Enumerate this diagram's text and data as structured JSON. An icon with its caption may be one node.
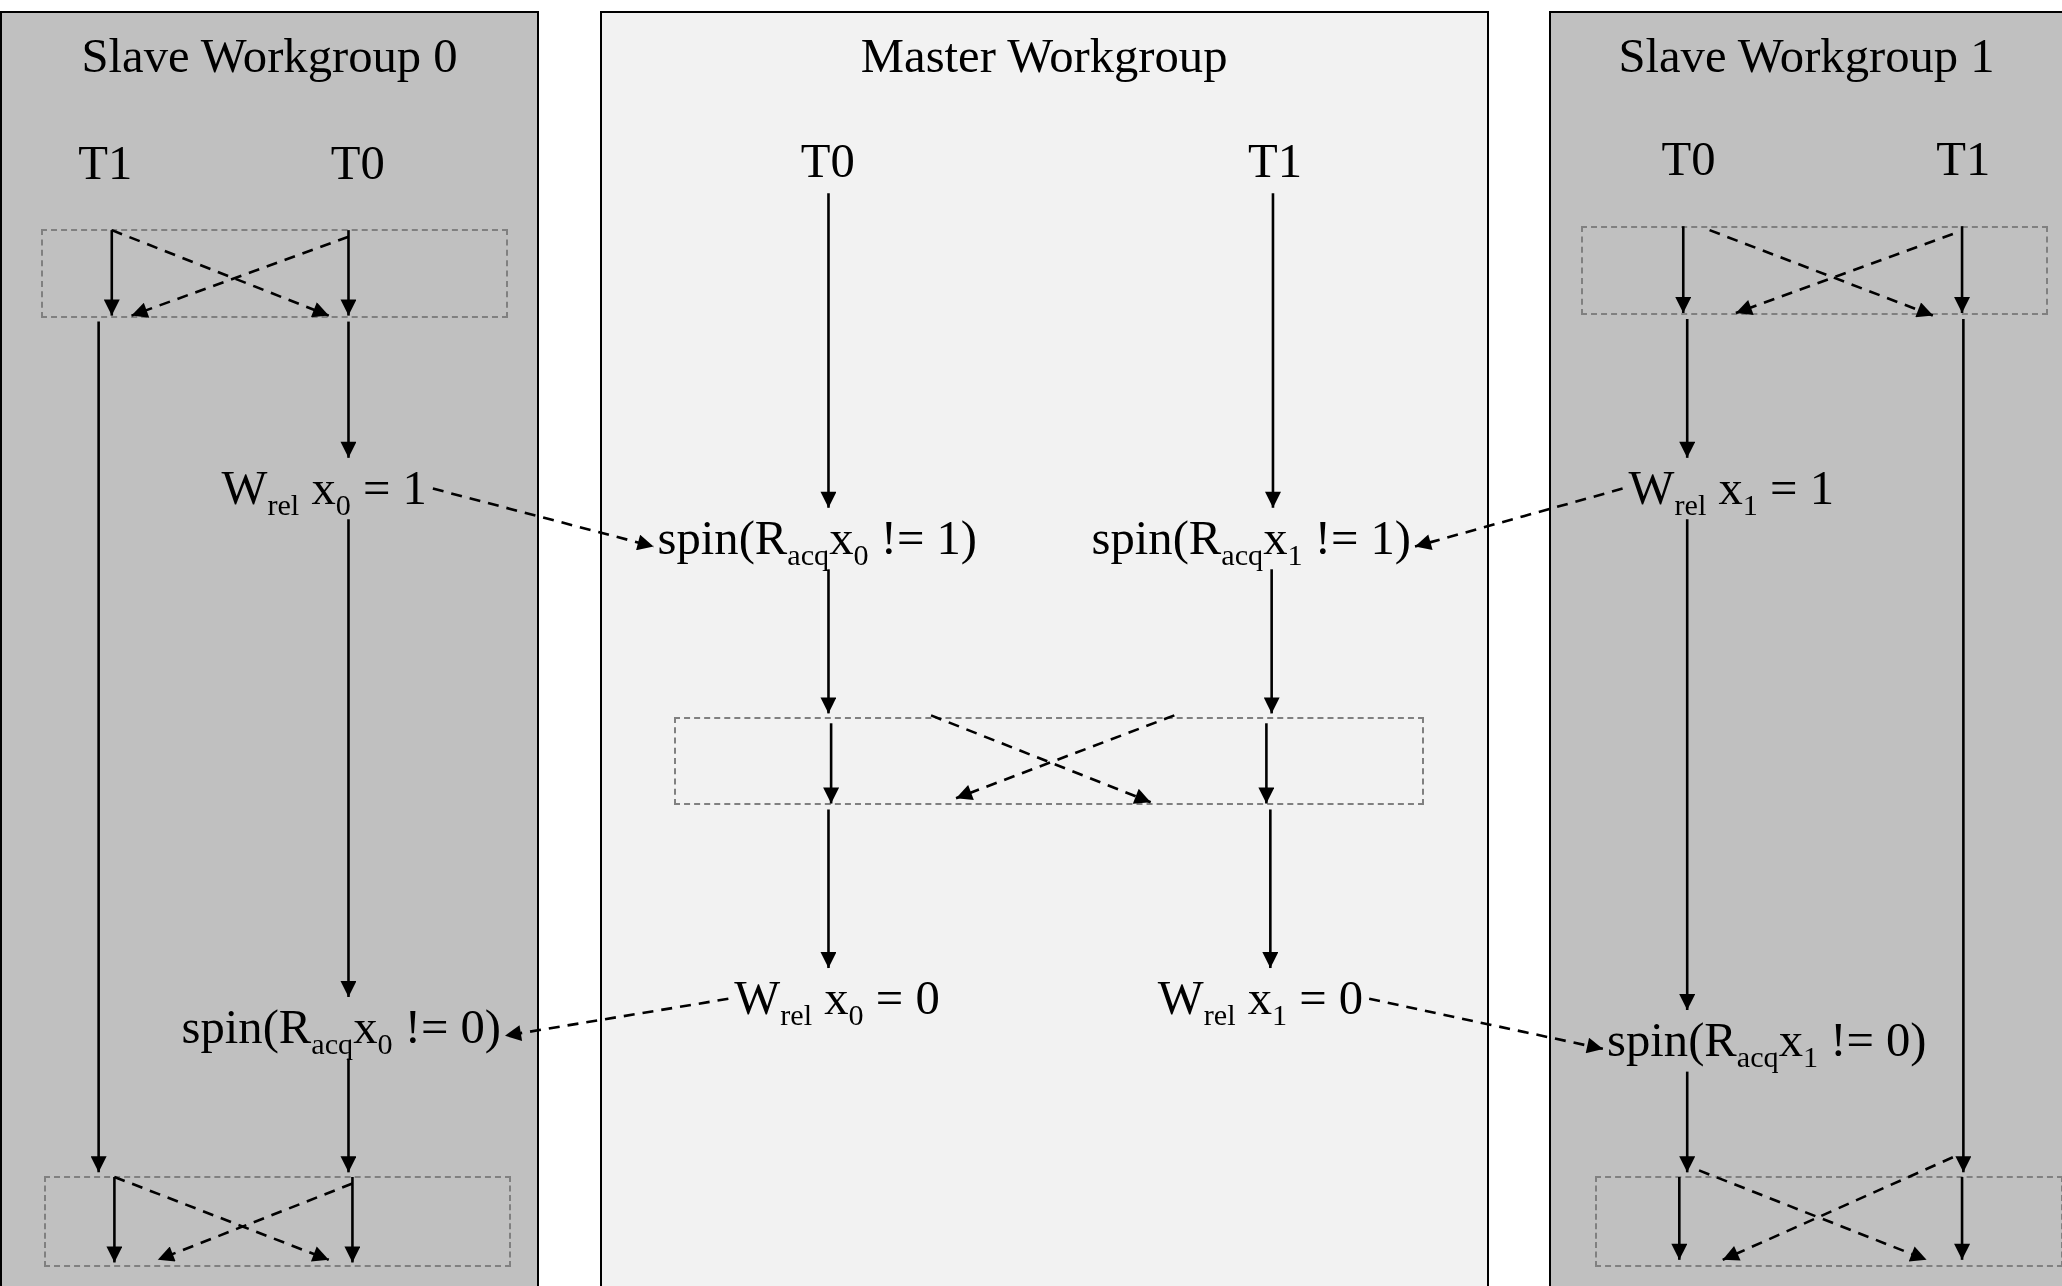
{
  "diagram": {
    "nodes": [
      {
        "text": [
          "Slave Workgroup 0"
        ]
      },
      {
        "text": [
          "Master Workgroup"
        ]
      },
      {
        "text": [
          "Slave Workgroup 1"
        ]
      },
      {
        "text": [],
        "shape": "box",
        "in": 0
      },
      {
        "text": [
          "W$_{rel}$ x$_{0}$ = 1"
        ],
        "in": 0
      },
      {
        "text": [
          "spin(R$_{acq}$x$_{0}$ != 0)"
        ],
        "in": 0
      },
      {
        "text": [],
        "shape": "box",
        "in": 0
      },
      {
        "text": [
          "T0"
        ],
        "in": 1
      },
      {
        "text": [
          "T1"
        ],
        "in": 1
      },
      {
        "text": [
          "spin(R$_{acq}$x$_{0}$ != 1)"
        ],
        "in": 1
      },
      {
        "text": [
          "spin(R$_{acq}$x$_{1}$ != 1)"
        ],
        "in": 1
      },
      {
        "text": [],
        "shape": "box",
        "in": 1
      },
      {
        "text": [
          "W$_{rel}$ x$_{0}$ = 0"
        ],
        "in": 1
      },
      {
        "text": [
          "W$_{rel}$ x$_{1}$ = 0"
        ],
        "in": 1
      },
      {
        "text": [],
        "shape": "box",
        "in": 2
      },
      {
        "text": [
          "W$_{rel}$ x$_{1}$ = 1"
        ],
        "in": 2
      },
      {
        "text": [
          "spin(R$_{acq}$x$_{1}$ != 0)"
        ],
        "in": 2
      },
      {
        "text": [],
        "shape": "box",
        "in": 2
      }
    ],
    "edges": [
      {
        "from": 3,
        "to": 4,
        "arrow": "to"
      },
      {
        "from": 3,
        "to": 6,
        "arrow": "to"
      },
      {
        "from": 4,
        "to": 5,
        "arrow": "to"
      },
      {
        "from": 5,
        "to": 6,
        "arrow": "to"
      },
      {
        "from": 4,
        "to": 9,
        "arrow": "to",
        "style": "dashed"
      },
      {
        "from": 7,
        "to": 9,
        "arrow": "to"
      },
      {
        "from": 8,
        "to": 10,
        "arrow": "to"
      },
      {
        "from": 9,
        "to": 11,
        "arrow": "to"
      },
      {
        "from": 10,
        "to": 11,
        "arrow": "to"
      },
      {
        "from": 11,
        "to": 12,
        "arrow": "to"
      },
      {
        "from": 11,
        "to": 13,
        "arrow": "to"
      },
      {
        "from": 12,
        "to": 5,
        "arrow": "to",
        "style": "dashed"
      },
      {
        "from": 13,
        "to": 16,
        "arrow": "to",
        "style": "dashed"
      },
      {
        "from": 15,
        "to": 10,
        "arrow": "to",
        "style": "dashed"
      },
      {
        "from": 14,
        "to": 15,
        "arrow": "to"
      },
      {
        "from": 14,
        "to": 17,
        "arrow": "to"
      },
      {
        "from": 15,
        "to": 16,
        "arrow": "to"
      },
      {
        "from": 16,
        "to": 17,
        "arrow": "to"
      }
    ],
    "labels": [
      "T1",
      "T0",
      "T0",
      "T1"
    ]
  }
}
